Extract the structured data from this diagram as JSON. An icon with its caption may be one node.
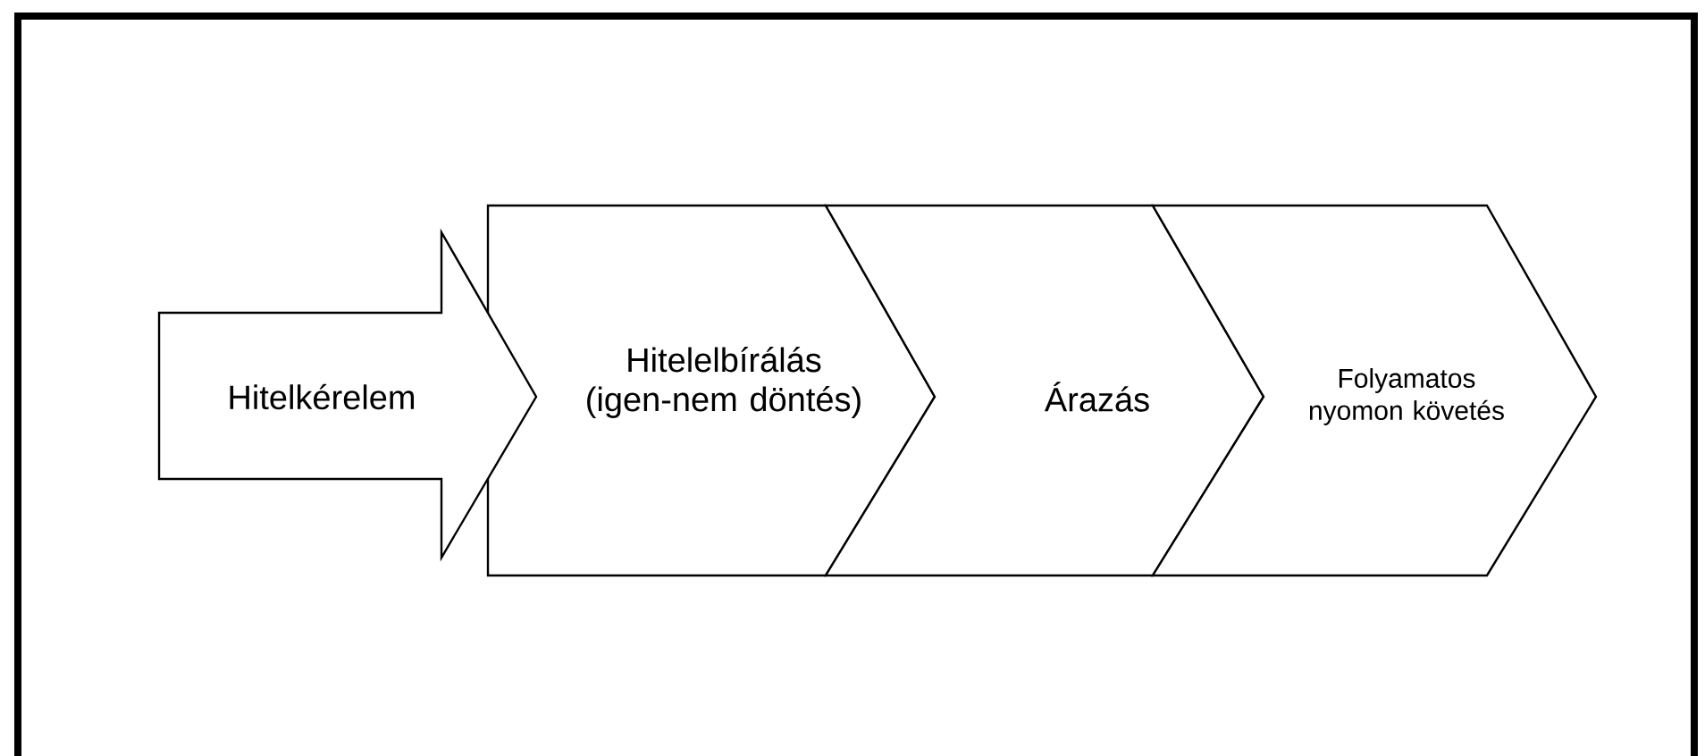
{
  "diagram": {
    "nodes": [
      {
        "text": [
          "Hitelkérelem"
        ]
      },
      {
        "text": [
          "Hitelelbírálás (igen-nem döntés)"
        ]
      },
      {
        "text": [
          "Árazás"
        ]
      },
      {
        "text": [
          "Folyamatos nyomon követés"
        ]
      }
    ]
  }
}
